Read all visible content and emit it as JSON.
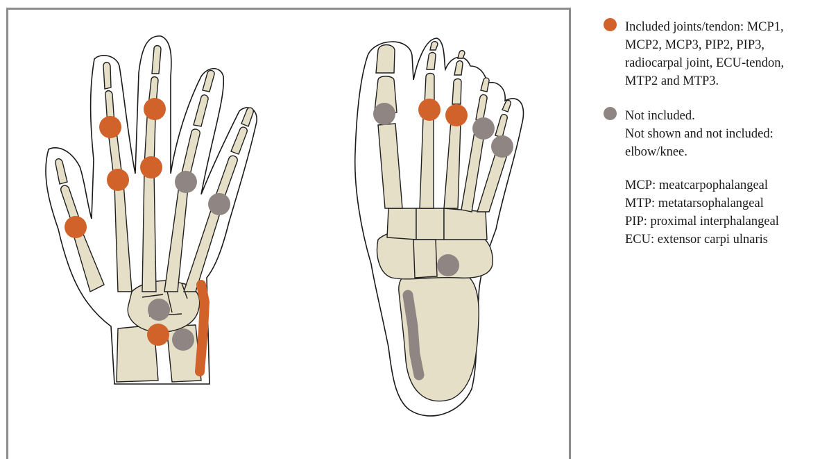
{
  "legend": {
    "included": {
      "color": "#d0622a",
      "lines": [
        "Included joints/tendon: MCP1,",
        "MCP2, MCP3, PIP2, PIP3,",
        "radiocarpal joint, ECU-tendon,",
        "MTP2 and MTP3."
      ]
    },
    "not_included": {
      "color": "#8f8583",
      "lines": [
        "Not included.",
        "Not shown and not included:",
        "elbow/knee."
      ]
    },
    "abbreviations": [
      "MCP: meatcarpophalangeal",
      "MTP: metatarsophalangeal",
      "PIP: proximal interphalangeal",
      "ECU: extensor carpi ulnaris"
    ]
  },
  "colors": {
    "included": "#d0622a",
    "not_included": "#8f8583",
    "bone_fill": "#e6dfc8",
    "frame": "#8c8c8c"
  }
}
